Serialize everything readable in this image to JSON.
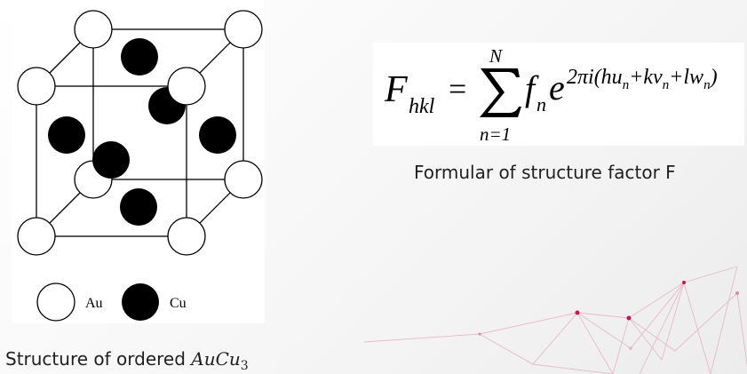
{
  "legend": {
    "au_label": "Au",
    "cu_label": "Cu"
  },
  "formula": {
    "lhs": "F",
    "lhs_sub": "hkl",
    "equals": "=",
    "sum_upper": "N",
    "sum_lower": "n=1",
    "f": "f",
    "f_sub": "n",
    "e": "e",
    "exponent": "2πi(hu",
    "exp_plus_kv": "+kv",
    "exp_plus_lw": "+lw",
    "exp_close": ")",
    "exp_sub": "n"
  },
  "captions": {
    "formula_caption": "Formular of structure factor F",
    "structure_prefix": "Structure of ordered ",
    "structure_formula": "AuCu",
    "structure_subscript": "3"
  },
  "colors": {
    "au_fill": "#ffffff",
    "cu_fill": "#000000",
    "edge": "#000000",
    "network": "#d98aa0",
    "node": "#c2185b"
  }
}
